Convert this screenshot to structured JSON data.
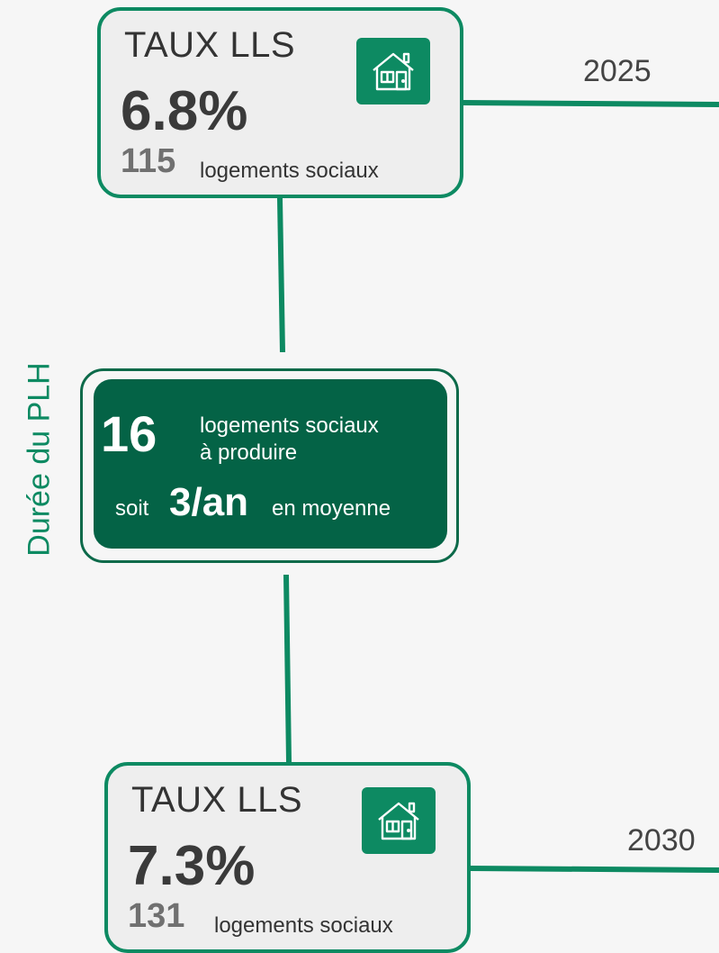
{
  "start": {
    "year": "2025",
    "rate_label": "TAUX LLS",
    "rate_value": "6.8%",
    "count_value": "115",
    "count_label": "logements sociaux",
    "icon": "house-icon"
  },
  "end": {
    "year": "2030",
    "rate_label": "TAUX LLS",
    "rate_value": "7.3%",
    "count_value": "131",
    "count_label": "logements sociaux",
    "icon": "house-icon"
  },
  "duration": {
    "label": "Durée du PLH",
    "count": "16",
    "count_label_line1": "logements sociaux",
    "count_label_line2": "à produire",
    "soit": "soit",
    "per_year": "3/an",
    "per_year_suffix": "en moyenne"
  },
  "colors": {
    "accent": "#0d8a62",
    "dark_green": "#046346",
    "card_background": "#eeeeee",
    "page_background": "#f6f6f6"
  }
}
